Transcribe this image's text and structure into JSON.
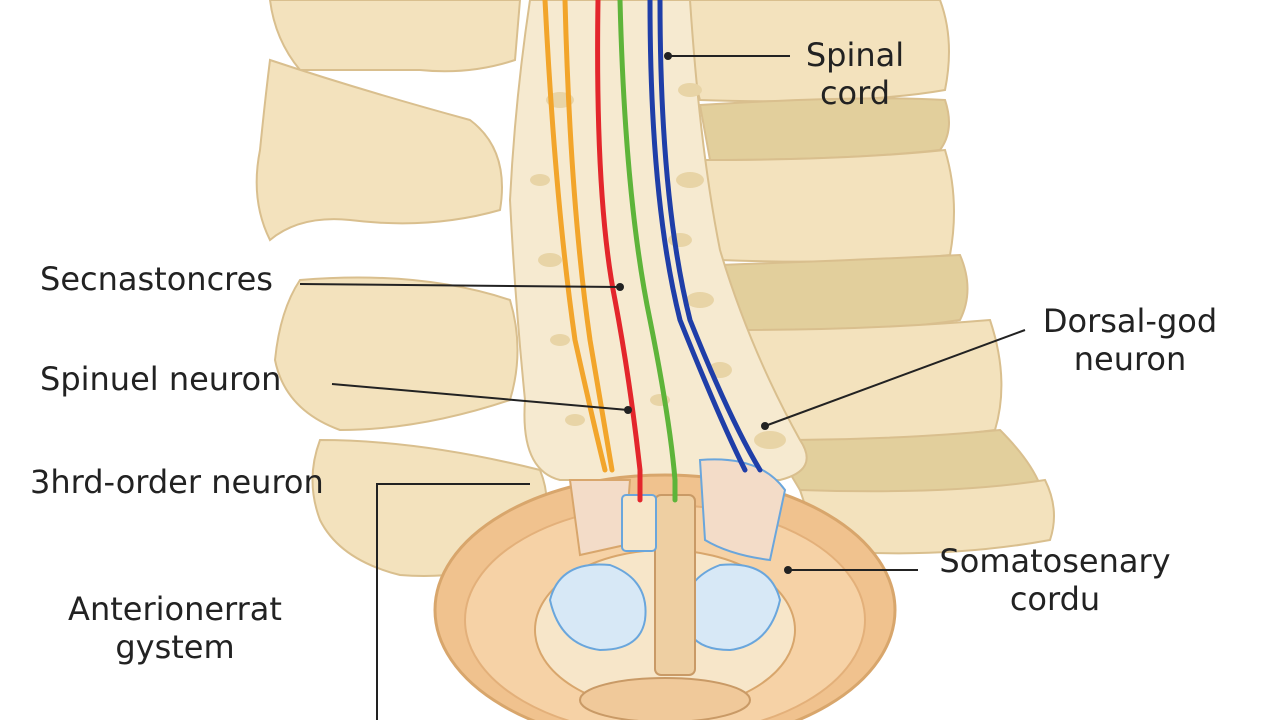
{
  "labels": {
    "spinal_cord": [
      "Spinal",
      "cord"
    ],
    "secnastoncres": "Secnastoncres",
    "spinual_neuron": "Spinuel neuron",
    "dorsal_god_neuron": [
      "Dorsal-god",
      "neuron"
    ],
    "third_order_neuron": "3hrd-order neuron",
    "somatosenary_cordu": [
      "Somatosenary",
      "cordu"
    ],
    "anterionerrat_gystem": [
      "Anterionerrat",
      "gystem"
    ]
  },
  "pathway_colors": {
    "orange": "#f2a52b",
    "red": "#e3262c",
    "green": "#5eb43a",
    "blue": "#1f3ea8"
  },
  "palette": {
    "bone": "#f3e2bd",
    "bone_outline": "#d9bf8e",
    "disc": "#e2cf9c",
    "cord_tissue": "#f6ead0",
    "cross_section": "#f0c28e",
    "nerve_blue": "#6aa6dc",
    "leader_line": "#222222"
  }
}
